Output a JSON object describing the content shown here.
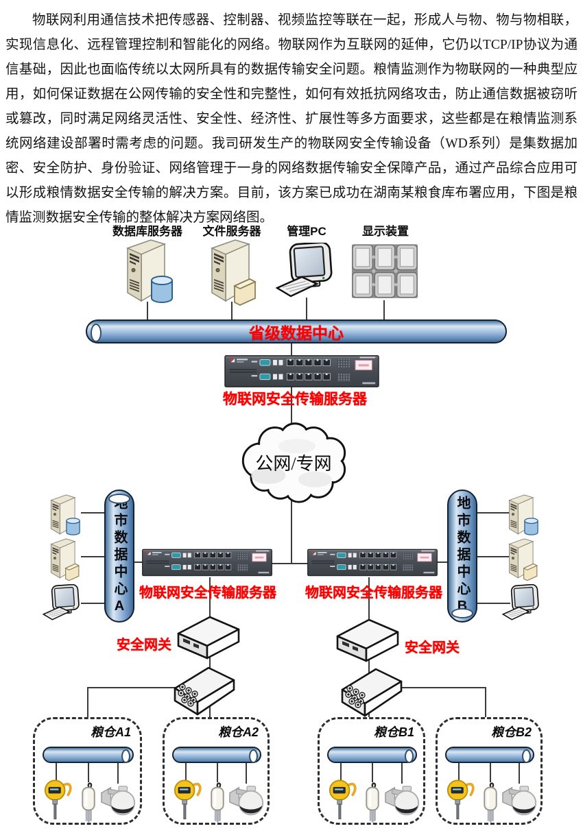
{
  "document": {
    "paragraph": "物联网利用通信技术把传感器、控制器、视频监控等联在一起，形成人与物、物与物相联，实现信息化、远程管理控制和智能化的网络。物联网作为互联网的延伸，它仍以TCP/IP协议为通信基础，因此也面临传统以太网所具有的数据传输安全问题。粮情监测作为物联网的一种典型应用，如何保证数据在公网传输的安全性和完整性，如何有效抵抗网络攻击，防止通信数据被窃听或篡改，同时满足网络灵活性、安全性、经济性、扩展性等多方面要求，这些都是在粮情监测系统网络建设部署时需考虑的问题。我司研发生产的物联网安全传输设备（WD系列）是集数据加密、安全防护、身份验证、网络管理于一身的网络数据传输安全保障产品，通过产品综合应用可以形成粮情数据安全传输的解决方案。目前，该方案已成功在湖南某粮食库布署应用，下图是粮情监测数据安全传输的整体解决方案网络图。"
  },
  "diagram": {
    "colors": {
      "label_red": "#ff0000",
      "pipe_blue": "#7ba3d0",
      "wire": "#3a3a3a"
    },
    "top_devices": [
      {
        "label": "数据库服务器"
      },
      {
        "label": "文件服务器"
      },
      {
        "label": "管理PC"
      },
      {
        "label": "显示装置"
      }
    ],
    "provincial_pipe": {
      "label": "省级数据中心"
    },
    "iot_server_top": {
      "label": "物联网安全传输服务器"
    },
    "cloud": {
      "label": "公网/专网"
    },
    "city_center_a": {
      "pipe_label": "地市数据中心A",
      "server_label": "物联网安全传输服务器",
      "gateway_label": "安全网关"
    },
    "city_center_b": {
      "pipe_label": "地市数据中心B",
      "server_label": "物联网安全传输服务器",
      "gateway_label": "安全网关"
    },
    "granaries": [
      {
        "label": "粮仓A1"
      },
      {
        "label": "粮仓A2"
      },
      {
        "label": "粮仓B1"
      },
      {
        "label": "粮仓B2"
      }
    ]
  }
}
